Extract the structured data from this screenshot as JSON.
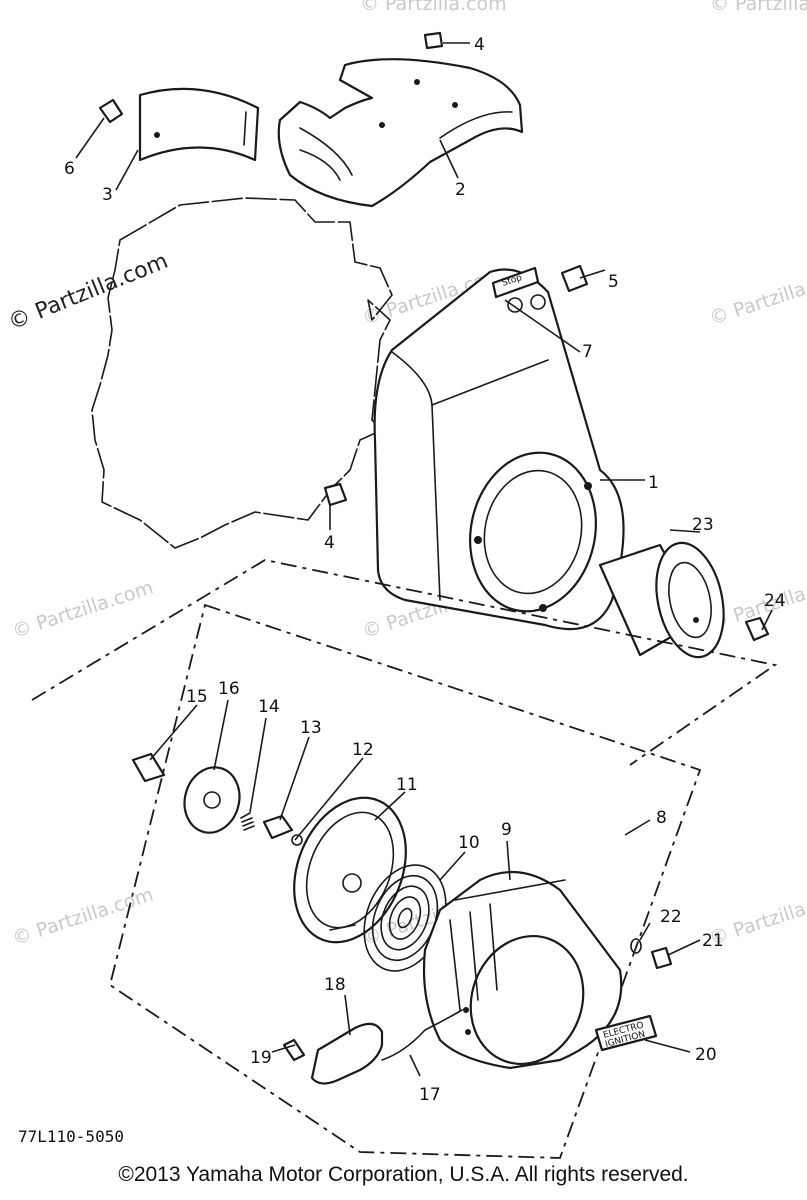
{
  "watermark": {
    "main": "© Partzilla.com",
    "faint": "© Partzilla.com"
  },
  "diagram_code": "77L110-5050",
  "decal_text": {
    "part_7": "Stop",
    "part_20_line1": "ELECTRO",
    "part_20_line2": "IGNITION"
  },
  "callouts": [
    "1",
    "2",
    "3",
    "4",
    "4",
    "5",
    "6",
    "7",
    "8",
    "9",
    "10",
    "11",
    "12",
    "13",
    "14",
    "15",
    "16",
    "17",
    "18",
    "19",
    "20",
    "21",
    "22",
    "23",
    "24"
  ],
  "copyright": "©2013  Yamaha Motor Corporation, U.S.A. All rights reserved."
}
